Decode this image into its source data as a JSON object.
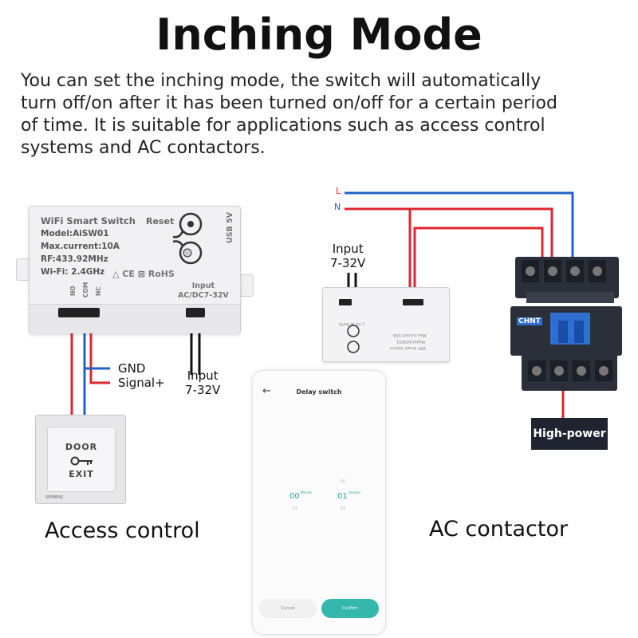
{
  "title": "Inching Mode",
  "description": [
    "You can set the inching mode, the switch will automatically",
    "turn off/on after it has been turned on/off for a certain period",
    "of time. It is suitable for applications such as access control",
    "systems and AC contactors."
  ],
  "colors": {
    "live_wire": "#e0262f",
    "neutral_wire": "#2162c9",
    "signal_wire": "#e0262f",
    "gnd_wire": "#2162c9",
    "accent": "#35b8ac"
  },
  "module": {
    "name": "WiFi Smart Switch",
    "model": "Model:AiSW01",
    "current": "Max.current:10A",
    "rf": "RF:433.92MHz",
    "wifi": "Wi-Fi: 2.4GHz",
    "reset_label": "Reset",
    "usb_label": "USB 5V",
    "marks": "△ CE ⊠ RoHS",
    "input_label": "Input",
    "input_range": "AC/DC7-32V",
    "terminals": [
      "NO",
      "COM",
      "NC"
    ]
  },
  "wiring": {
    "l_label": "L",
    "n_label": "N",
    "gnd_label": "GND",
    "signal_label": "Signal+",
    "left_input": "Input",
    "left_input_range": "7-32V",
    "right_input": "Input",
    "right_input_range": "7-32V"
  },
  "door_button": {
    "line1": "DOOR",
    "line2": "EXIT",
    "key_icon": "key-icon",
    "brand": "SIEMENS"
  },
  "contactor": {
    "brand": "CHNT",
    "icon": "contactor-icon"
  },
  "high_power_label": "High-power",
  "captions": {
    "left": "Access control",
    "right": "AC contactor"
  },
  "phone": {
    "back_icon": "back-arrow-icon",
    "title": "Delay switch",
    "minute_value": "00",
    "minute_unit": "Minute",
    "second_value": "01",
    "second_unit": "Second",
    "second_above": "00",
    "minute_below": "01",
    "second_below": "02",
    "cancel_label": "Cancel",
    "confirm_label": "Confirm"
  }
}
